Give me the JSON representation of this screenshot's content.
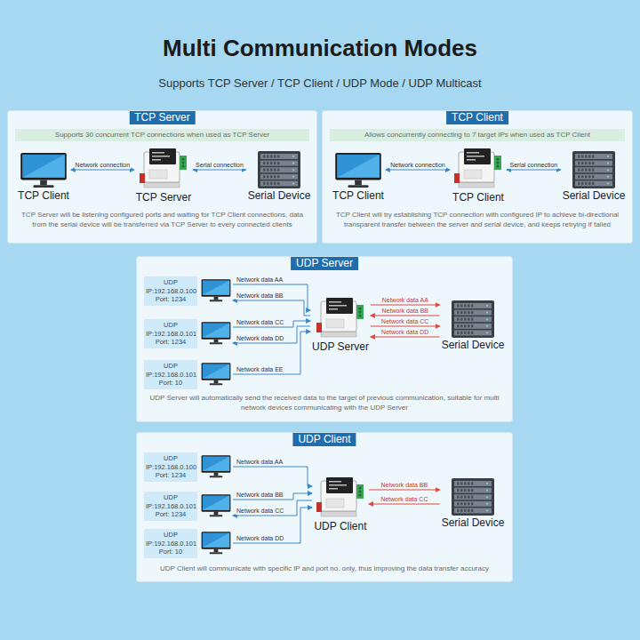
{
  "diagram": {
    "title": "Multi Communication Modes",
    "nodes": [
      {
        "text": [
          "TCP Server",
          "Supports 30 concurrent TCP connections when used as TCP Server",
          "TCP Server will be listening configured ports and waiting for TCP Client connections, data from the serial device will be transferred via TCP Server to every connected clients"
        ]
      },
      {
        "text": [
          "TCP Client"
        ],
        "in": 0
      },
      {
        "text": [
          "TCP Server"
        ],
        "in": 0
      },
      {
        "text": [
          "Serial Device"
        ],
        "in": 0
      },
      {
        "text": [
          "TCP Client",
          "Allows concurrently connecting to 7 target IPs when used as TCP Client",
          "TCP Client will try establishing TCP connection with configured IP to achieve bi-directional transparent transfer between the server and serial device, and keeps retrying if failed"
        ]
      },
      {
        "text": [
          "TCP Client"
        ],
        "in": 4
      },
      {
        "text": [
          "TCP Client"
        ],
        "in": 4
      },
      {
        "text": [
          "Serial Device"
        ],
        "in": 4
      },
      {
        "text": [
          "UDP Server",
          "UDP Server will automatically send the received data to the target of previous communication, suitable for multi network devices communicating with the UDP Server"
        ]
      },
      {
        "text": [
          "UDP IP:192.168.0.100 Port: 1234"
        ],
        "in": 8
      },
      {
        "text": [
          "UDP IP:192.168.0.101 Port: 1234"
        ],
        "in": 8
      },
      {
        "text": [
          "UDP IP:192.168.0.101 Port: 10"
        ],
        "in": 8
      },
      {
        "text": [
          "UDP Server"
        ],
        "in": 8
      },
      {
        "text": [
          "Serial Device"
        ],
        "in": 8
      },
      {
        "text": [
          "UDP Client",
          "UDP Client will communicate with specific IP and port no. only, thus improving the data transfer accuracy"
        ]
      },
      {
        "text": [
          "UDP IP:192.168.0.100 Port: 1234"
        ],
        "in": 14
      },
      {
        "text": [
          "UDP IP:192.168.0.101 Port: 1234"
        ],
        "in": 14
      },
      {
        "text": [
          "UDP IP:192.168.0.101 Port: 10"
        ],
        "in": 14
      },
      {
        "text": [
          "UDP Client"
        ],
        "in": 14
      },
      {
        "text": [
          "Serial Device"
        ],
        "in": 14
      }
    ],
    "edges": [
      {
        "from": 1,
        "to": 2,
        "arrow": "both",
        "label": "Network connection"
      },
      {
        "from": 2,
        "to": 3,
        "arrow": "both",
        "label": "Serial connection"
      },
      {
        "from": 5,
        "to": 6,
        "arrow": "both",
        "label": "Network connection"
      },
      {
        "from": 6,
        "to": 7,
        "arrow": "both",
        "label": "Serial connection"
      },
      {
        "from": 9,
        "to": 12,
        "arrow": "to",
        "label": "Network data AA"
      },
      {
        "from": 12,
        "to": 9,
        "arrow": "to",
        "label": "Network data BB"
      },
      {
        "from": 10,
        "to": 12,
        "arrow": "to",
        "label": "Network data CC"
      },
      {
        "from": 12,
        "to": 10,
        "arrow": "to",
        "label": "Network data DD"
      },
      {
        "from": 11,
        "to": 12,
        "arrow": "to",
        "label": "Network data EE"
      },
      {
        "from": 12,
        "to": 13,
        "arrow": "to",
        "label": "Network data AA"
      },
      {
        "from": 13,
        "to": 12,
        "arrow": "to",
        "label": "Network data BB"
      },
      {
        "from": 12,
        "to": 13,
        "arrow": "to",
        "label": "Network data CC"
      },
      {
        "from": 13,
        "to": 12,
        "arrow": "to",
        "label": "Network data DD"
      },
      {
        "from": 15,
        "to": 18,
        "arrow": "to",
        "label": "Network data AA"
      },
      {
        "from": 16,
        "to": 18,
        "arrow": "to",
        "label": "Network data BB"
      },
      {
        "from": 18,
        "to": 16,
        "arrow": "to",
        "label": "Network data CC"
      },
      {
        "from": 17,
        "to": 18,
        "arrow": "to",
        "label": "Network data DD"
      },
      {
        "from": 18,
        "to": 19,
        "arrow": "to",
        "label": "Network data BB"
      },
      {
        "from": 19,
        "to": 18,
        "arrow": "to",
        "label": "Network data CC"
      }
    ],
    "labels": [
      "Supports TCP Server / TCP Client / UDP Mode / UDP Multicast"
    ]
  }
}
